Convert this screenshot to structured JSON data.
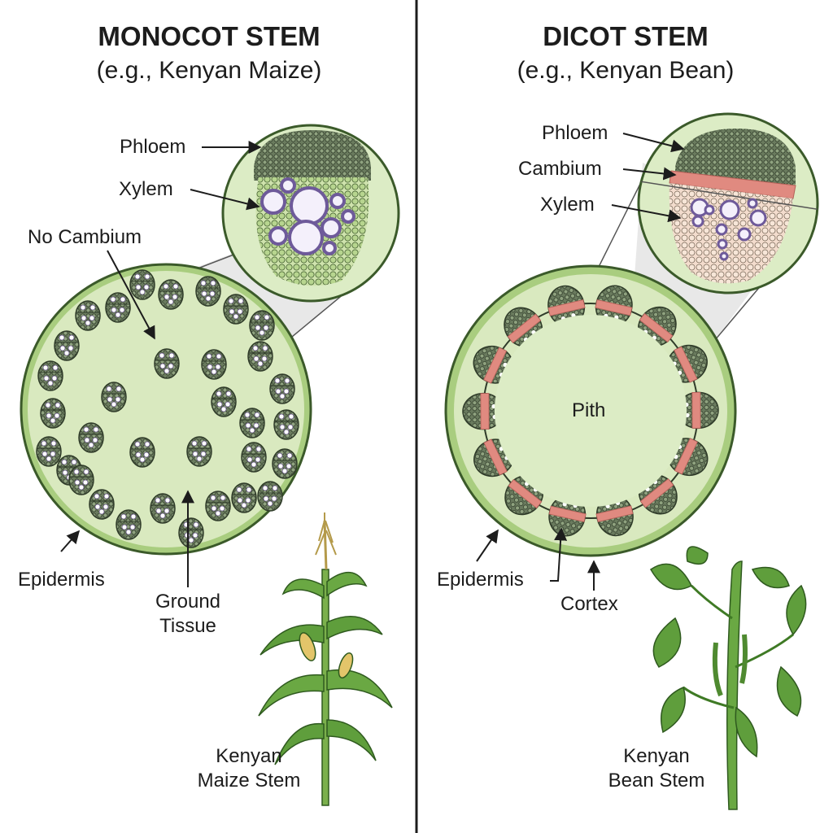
{
  "monocot": {
    "title": "MONOCOT STEM",
    "subtitle": "(e.g., Kenyan Maize)",
    "labels": {
      "phloem": "Phloem",
      "xylem": "Xylem",
      "no_cambium": "No Cambium",
      "epidermis": "Epidermis",
      "ground_tissue_1": "Ground",
      "ground_tissue_2": "Tissue",
      "plant_1": "Kenyan",
      "plant_2": "Maize Stem"
    }
  },
  "dicot": {
    "title": "DICOT STEM",
    "subtitle": "(e.g., Kenyan Bean)",
    "labels": {
      "phloem": "Phloem",
      "cambium": "Cambium",
      "xylem": "Xylem",
      "pith": "Pith",
      "epidermis": "Epidermis",
      "cortex": "Cortex",
      "plant_1": "Kenyan",
      "plant_2": "Bean Stem"
    }
  },
  "colors": {
    "tissue_green": "#d9e9bf",
    "epidermis_green": "#a9cd7f",
    "bundle_dark": "#5a6b52",
    "xylem_purple": "#8a72b5",
    "cambium_red": "#e08a80",
    "plant_green": "#5f9e3c"
  }
}
